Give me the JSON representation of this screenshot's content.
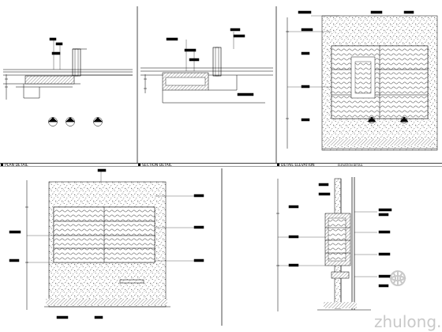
{
  "sheet": {
    "panels": [
      {
        "id": "p1",
        "caption": "PLAN DETAIL",
        "scale": ""
      },
      {
        "id": "p2",
        "caption": "SECTION DETAIL",
        "scale": ""
      },
      {
        "id": "p3",
        "caption": "DETAIL ELEVATION",
        "scale": ""
      },
      {
        "id": "p4",
        "caption": "ELEVATION DETAIL",
        "scale": ""
      },
      {
        "id": "p5",
        "caption": "SECTION DETAIL",
        "scale": ""
      }
    ],
    "watermark": "zhulong.com"
  },
  "colors": {
    "line": "#000000",
    "stone": "#6e6e6e",
    "watermark": "#c9c9c9",
    "background": "#ffffff"
  }
}
